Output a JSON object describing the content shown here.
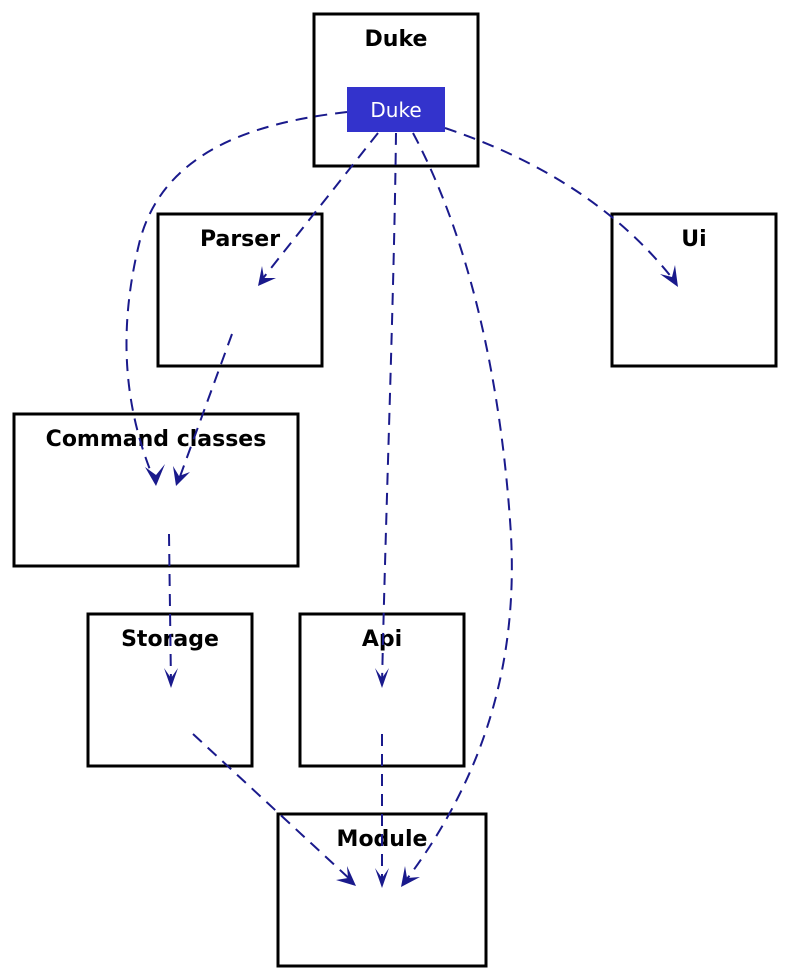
{
  "packages": {
    "duke": "Duke",
    "parser": "Parser",
    "ui": "Ui",
    "command": "Command classes",
    "storage": "Storage",
    "api": "Api",
    "module": "Module"
  },
  "duke_class": {
    "label": "Duke",
    "fill": "#3333cc"
  },
  "colors": {
    "arrow": "#1a1a8c",
    "box_border": "#000000"
  },
  "dependencies": [
    {
      "from": "Duke",
      "to": "Parser"
    },
    {
      "from": "Duke",
      "to": "Command classes"
    },
    {
      "from": "Duke",
      "to": "Ui"
    },
    {
      "from": "Duke",
      "to": "Api"
    },
    {
      "from": "Duke",
      "to": "Module"
    },
    {
      "from": "Parser",
      "to": "Command classes"
    },
    {
      "from": "Command classes",
      "to": "Storage"
    },
    {
      "from": "Storage",
      "to": "Module"
    },
    {
      "from": "Api",
      "to": "Module"
    }
  ]
}
